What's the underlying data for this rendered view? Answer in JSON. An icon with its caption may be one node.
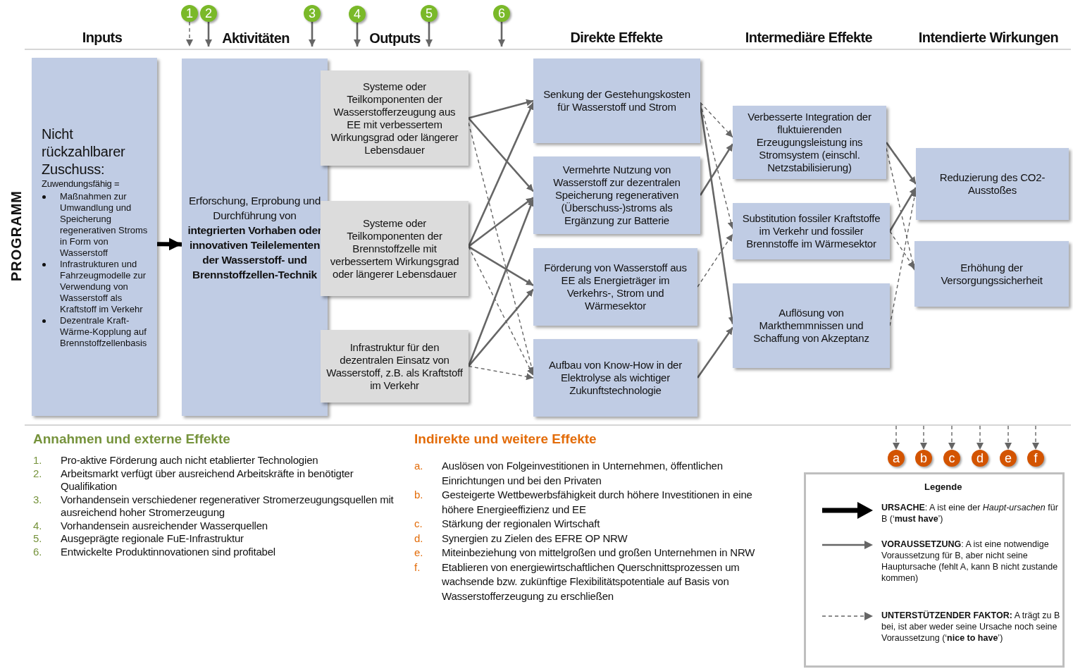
{
  "diagram": {
    "nodes": [
      {
        "text": [
          "Nicht rückzahlbarer Zuschuss:",
          "Zuwendungsfähig =",
          "Maßnahmen zur Umwandlung und Speicherung regenerativen Stroms in Form von Wasserstoff",
          "Infrastrukturen und Fahrzeugmodelle zur Verwendung von Wasserstoff als Kraftstoff im Verkehr",
          "Dezentrale Kraft-Wärme-Kopplung auf Brennstoffzellenbasis"
        ]
      },
      {
        "text": [
          "Erforschung, Erprobung und Durchführung von **integrierten Vorhaben oder innovativen Teilelementen der Wasserstoff- und Brennstoffzellen-Technik**"
        ]
      },
      {
        "text": [
          "Systeme oder Teilkomponenten der Wasserstofferzeugung aus EE mit verbessertem Wirkungsgrad oder längerer Lebensdauer"
        ]
      },
      {
        "text": [
          "Systeme oder Teilkomponenten der Brennstoffzelle mit verbessertem Wirkungsgrad oder längerer Lebensdauer"
        ]
      },
      {
        "text": [
          "Infrastruktur für den dezentralen Einsatz von Wasserstoff, z.B. als Kraftstoff im Verkehr"
        ]
      },
      {
        "text": [
          "Senkung der Gestehungskosten für Wasserstoff und Strom"
        ]
      },
      {
        "text": [
          "Vermehrte Nutzung von Wasserstoff zur dezentralen Speicherung regenerativen (Überschuss-)stroms als Ergänzung zur Batterie"
        ]
      },
      {
        "text": [
          "Förderung von Wasserstoff aus EE als Energieträger im Verkehrs-, Strom und Wärmesektor"
        ]
      },
      {
        "text": [
          "Aufbau von Know-How in der Elektrolyse als wichtiger Zukunftstechnologie"
        ]
      },
      {
        "text": [
          "Verbesserte Integration der fluktuierenden Erzeugungsleistung ins Stromsystem (einschl. Netzstabilisierung)"
        ]
      },
      {
        "text": [
          "Substitution fossiler Kraftstoffe im Verkehr und fossiler Brennstoffe im Wärmesektor"
        ]
      },
      {
        "text": [
          "Auflösung von Markthemmnissen und Schaffung von Akzeptanz"
        ]
      },
      {
        "text": [
          "Reduzierung des CO2-Ausstoßes"
        ]
      },
      {
        "text": [
          "Erhöhung der Versorgungssicherheit"
        ]
      },
      {
        "text": [
          "1"
        ]
      },
      {
        "text": [
          "2"
        ]
      },
      {
        "text": [
          "3"
        ]
      },
      {
        "text": [
          "4"
        ]
      },
      {
        "text": [
          "5"
        ]
      },
      {
        "text": [
          "6"
        ]
      },
      {
        "text": [
          "a"
        ]
      },
      {
        "text": [
          "b"
        ]
      },
      {
        "text": [
          "c"
        ]
      },
      {
        "text": [
          "d"
        ]
      },
      {
        "text": [
          "e"
        ]
      },
      {
        "text": [
          "f"
        ]
      },
      {
        "text": [
          "Aktivitäten"
        ]
      },
      {
        "text": [
          "Outputs"
        ]
      }
    ],
    "edges": [
      {
        "from": 0,
        "to": 1,
        "arrow": "to",
        "style": "thick",
        "color": "#000000"
      },
      {
        "from": 2,
        "to": 5,
        "arrow": "to"
      },
      {
        "from": 2,
        "to": 6,
        "arrow": "to"
      },
      {
        "from": 2,
        "to": 8,
        "arrow": "to",
        "style": "dashed"
      },
      {
        "from": 3,
        "to": 5,
        "arrow": "to"
      },
      {
        "from": 3,
        "to": 6,
        "arrow": "to"
      },
      {
        "from": 3,
        "to": 7,
        "arrow": "to"
      },
      {
        "from": 3,
        "to": 8,
        "arrow": "to",
        "style": "dashed"
      },
      {
        "from": 4,
        "to": 6,
        "arrow": "to"
      },
      {
        "from": 4,
        "to": 7,
        "arrow": "to"
      },
      {
        "from": 4,
        "to": 8,
        "arrow": "to",
        "style": "dashed"
      },
      {
        "from": 5,
        "to": 9,
        "arrow": "to",
        "style": "dashed"
      },
      {
        "from": 5,
        "to": 10,
        "arrow": "to",
        "style": "dashed"
      },
      {
        "from": 5,
        "to": 11,
        "arrow": "to"
      },
      {
        "from": 6,
        "to": 9,
        "arrow": "to"
      },
      {
        "from": 7,
        "to": 10,
        "arrow": "to",
        "style": "dashed"
      },
      {
        "from": 8,
        "to": 11,
        "arrow": "to"
      },
      {
        "from": 9,
        "to": 12,
        "arrow": "to"
      },
      {
        "from": 9,
        "to": 13,
        "arrow": "to",
        "style": "dashed"
      },
      {
        "from": 10,
        "to": 12,
        "arrow": "to"
      },
      {
        "from": 10,
        "to": 13,
        "arrow": "to",
        "style": "dashed"
      },
      {
        "from": 11,
        "to": 12,
        "arrow": "to",
        "style": "dashed"
      },
      {
        "from": 14,
        "to": 26,
        "arrow": "to",
        "style": "dashed"
      },
      {
        "from": 15,
        "to": 26,
        "arrow": "to"
      },
      {
        "from": 16,
        "to": 26,
        "arrow": "to"
      },
      {
        "from": 17,
        "to": 27,
        "arrow": "to"
      },
      {
        "from": 18,
        "to": 27,
        "arrow": "to"
      },
      {
        "from": 19,
        "to": null,
        "arrow": "to"
      },
      {
        "from": null,
        "to": 20,
        "arrow": "to",
        "style": "dashed"
      },
      {
        "from": null,
        "to": 21,
        "arrow": "to",
        "style": "dashed"
      },
      {
        "from": null,
        "to": 22,
        "arrow": "to",
        "style": "dashed"
      },
      {
        "from": null,
        "to": 23,
        "arrow": "to",
        "style": "dashed"
      },
      {
        "from": null,
        "to": 24,
        "arrow": "to",
        "style": "dashed"
      },
      {
        "from": null,
        "to": 25,
        "arrow": "to",
        "style": "dashed"
      }
    ],
    "labels": [
      "PROGRAMM",
      "Inputs",
      "Direkte Effekte",
      "Intermediäre Effekte",
      "Intendierte Wirkungen",
      "Annahmen und externe Effekte",
      "1.",
      "Pro-aktive Förderung auch nicht etablierter Technologien",
      "2.",
      "Arbeitsmarkt verfügt über ausreichend Arbeitskräfte in benötigter Qualifikation",
      "3.",
      "Vorhandensein verschiedener regenerativer Stromerzeugungsquellen mit ausreichend hoher Stromerzeugung",
      "4.",
      "Vorhandensein ausreichender Wasserquellen",
      "5.",
      "Ausgeprägte regionale FuE-Infrastruktur",
      "6.",
      "Entwickelte Produktinnovationen sind profitabel",
      "Indirekte und weitere Effekte",
      "a.",
      "Auslösen von Folgeinvestitionen in Unternehmen, öffentlichen Einrichtungen und bei den Privaten",
      "b.",
      "Gesteigerte Wettbewerbsfähigkeit durch höhere Investitionen in eine höhere Energieeffizienz und EE",
      "c.",
      "Stärkung der regionalen Wirtschaft",
      "d.",
      "Synergien zu Zielen des EFRE OP NRW",
      "e.",
      "Miteinbeziehung von mittelgroßen und großen Unternehmen in NRW",
      "f.",
      "Etablieren von energiewirtschaftlichen Querschnittsprozessen um wachsende bzw. zukünftige Flexibilitätspotentiale auf Basis von Wasserstofferzeugung zu erschließen",
      "Legende"
    ],
    "legend": [
      {
        "text": "**URSACHE**: A ist eine der *Haupt-ursachen* für B (‘**must have**’)"
      },
      {
        "text": "**VORAUSSETZUNG**: A ist eine notwendige Voraussetzung für B, aber nicht seine Hauptursache (fehlt A, kann B nicht zustande kommen)"
      },
      {
        "text": "**UNTERSTÜTZENDER FAKTOR:** A trägt zu B bei, ist aber weder seine Ursache noch seine Voraussetzung (‘**nice to have**’)"
      }
    ]
  }
}
